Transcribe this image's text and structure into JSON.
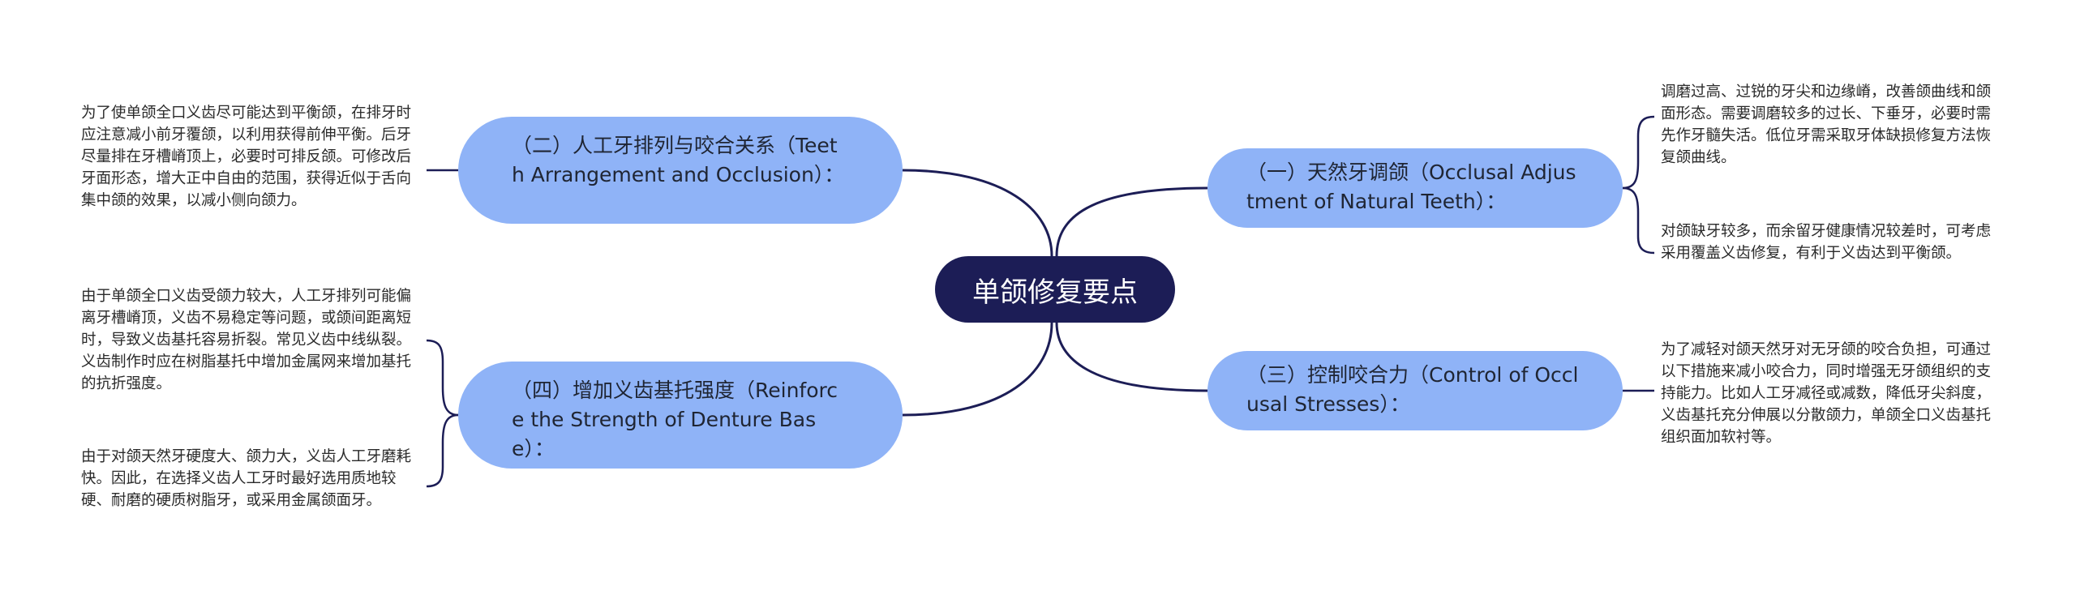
{
  "root": {
    "label": "单颌修复要点"
  },
  "branches": {
    "b1": {
      "label": "（一）天然牙调颌（Occlusal Adjustment of Natural Teeth）：",
      "notes": [
        "调磨过高、过锐的牙尖和边缘嵴，改善颌曲线和颌面形态。需要调磨较多的过长、下垂牙，必要时需先作牙髓失活。低位牙需采取牙体缺损修复方法恢复颌曲线。",
        "对颌缺牙较多，而余留牙健康情况较差时，可考虑采用覆盖义齿修复，有利于义齿达到平衡颌。"
      ]
    },
    "b2": {
      "label": "（二）人工牙排列与咬合关系（Teeth Arrangement and Occlusion）：",
      "notes": [
        "为了使单颌全口义齿尽可能达到平衡颌，在排牙时应注意减小前牙覆颌，以利用获得前伸平衡。后牙尽量排在牙槽嵴顶上，必要时可排反颌。可修改后牙面形态，增大正中自由的范围，获得近似于舌向集中颌的效果，以减小侧向颌力。"
      ]
    },
    "b3": {
      "label": "（三）控制咬合力（Control of Occlusal Stresses）：",
      "notes": [
        "为了减轻对颌天然牙对无牙颌的咬合负担，可通过以下措施来减小咬合力，同时增强无牙颌组织的支持能力。比如人工牙减径或减数，降低牙尖斜度，义齿基托充分伸展以分散颌力，单颌全口义齿基托组织面加软衬等。"
      ]
    },
    "b4": {
      "label": "（四）增加义齿基托强度（Reinforce the Strength of Denture Base）：",
      "notes": [
        "由于单颌全口义齿受颌力较大，人工牙排列可能偏离牙槽嵴顶，义齿不易稳定等问题，或颌间距离短时，导致义齿基托容易折裂。常见义齿中线纵裂。义齿制作时应在树脂基托中增加金属网来增加基托的抗折强度。",
        "由于对颌天然牙硬度大、颌力大，义齿人工牙磨耗快。因此，在选择义齿人工牙时最好选用质地较硬、耐磨的硬质树脂牙，或采用金属颌面牙。"
      ]
    }
  },
  "colors": {
    "root_fill": "#1c1d56",
    "branch_fill": "#8fb3f7",
    "connector": "#1c1d56"
  }
}
